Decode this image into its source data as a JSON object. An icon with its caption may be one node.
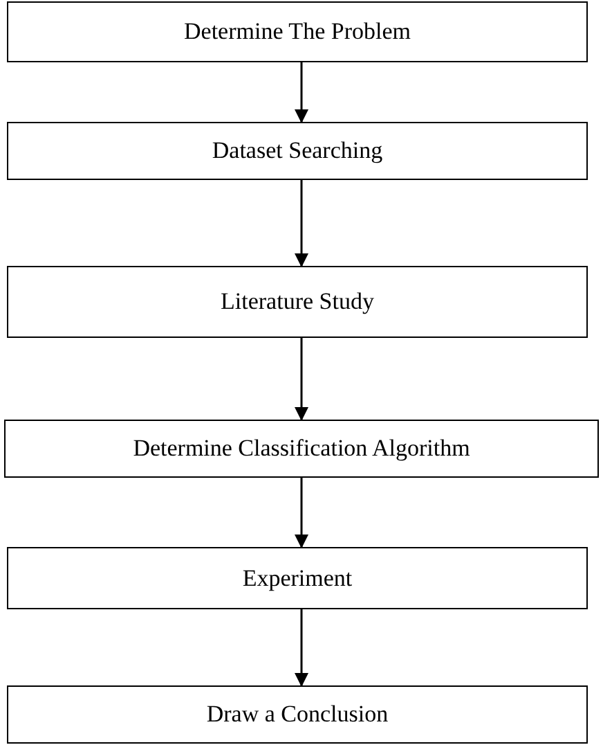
{
  "diagram": {
    "nodes": [
      {
        "text": [
          "Determine The Problem"
        ]
      },
      {
        "text": [
          "Dataset Searching"
        ]
      },
      {
        "text": [
          "Literature Study"
        ]
      },
      {
        "text": [
          "Determine Classification Algorithm"
        ]
      },
      {
        "text": [
          "Experiment"
        ]
      },
      {
        "text": [
          "Draw a Conclusion"
        ]
      }
    ],
    "edges": [
      {
        "from": 0,
        "to": 1,
        "arrow": "to"
      },
      {
        "from": 1,
        "to": 2,
        "arrow": "to"
      },
      {
        "from": 2,
        "to": 3,
        "arrow": "to"
      },
      {
        "from": 3,
        "to": 4,
        "arrow": "to"
      },
      {
        "from": 4,
        "to": 5,
        "arrow": "to"
      }
    ]
  }
}
